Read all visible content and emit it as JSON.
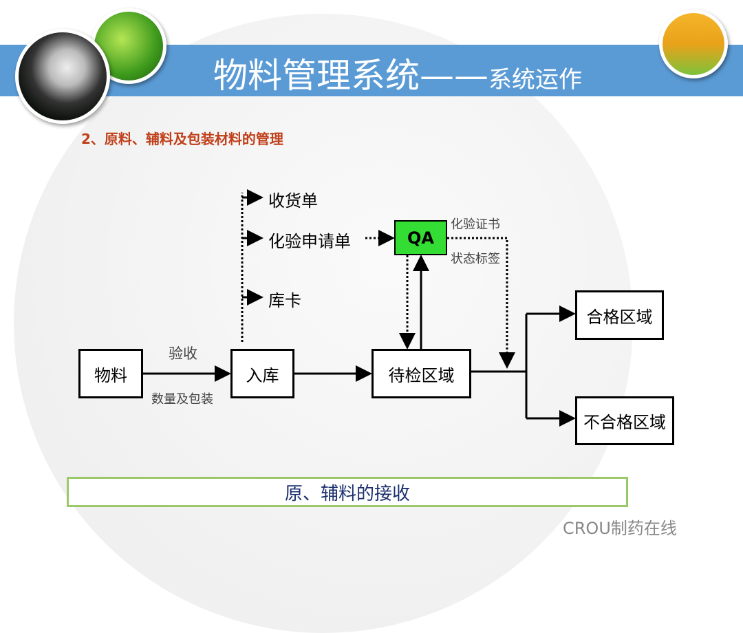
{
  "header": {
    "title": "物料管理系统——",
    "title_sub": "系统运作"
  },
  "subtitle": "2、原料、辅料及包装材料的管理",
  "diagram": {
    "docs": [
      "收货单",
      "化验申请单",
      "库卡"
    ],
    "qa": "QA",
    "qa_out_labels": [
      "化验证书",
      "状态标签"
    ],
    "nodes": {
      "material": "物料",
      "storage": "入库",
      "pending": "待检区域",
      "qualified": "合格区域",
      "unqualified": "不合格区域"
    },
    "edge_labels": {
      "acceptance": "验收",
      "quantity": "数量及包装"
    }
  },
  "footer_box": "原、辅料的接收",
  "watermark": "CROU制药在线"
}
